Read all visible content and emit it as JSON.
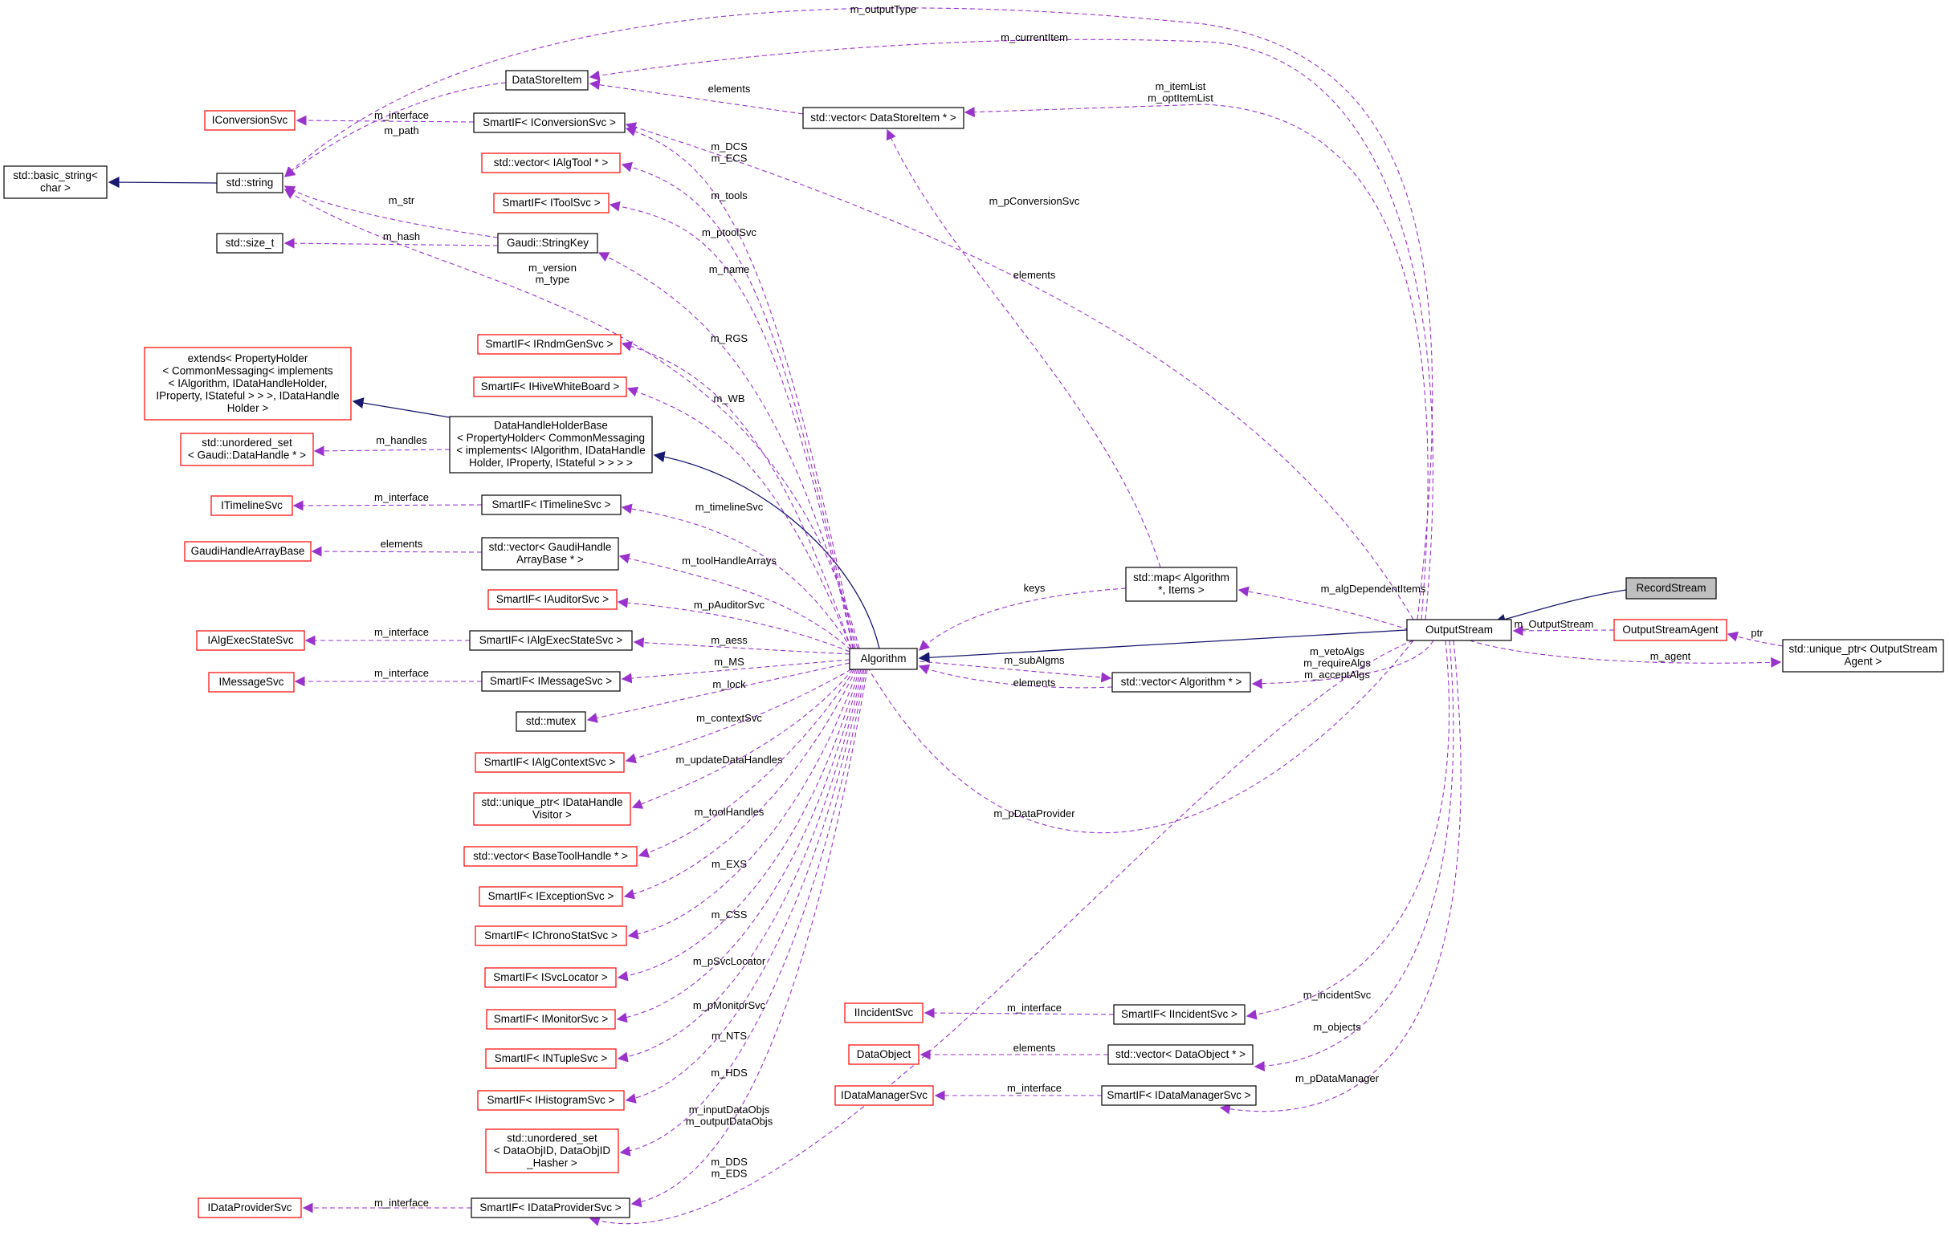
{
  "diagram": {
    "type": "class-collaboration-graph",
    "nodes": [
      {
        "id": "record_stream",
        "lines": [
          "RecordStream"
        ],
        "style": "highlight"
      },
      {
        "id": "output_stream",
        "lines": [
          "OutputStream"
        ],
        "style": "normal"
      },
      {
        "id": "output_stream_agent",
        "lines": [
          "OutputStreamAgent"
        ],
        "style": "red"
      },
      {
        "id": "unique_ptr_osa",
        "lines": [
          "std::unique_ptr< OutputStream",
          "Agent >"
        ],
        "style": "normal"
      },
      {
        "id": "algorithm",
        "lines": [
          "Algorithm"
        ],
        "style": "normal"
      },
      {
        "id": "data_handle_holder_base",
        "lines": [
          "DataHandleHolderBase",
          "< PropertyHolder< CommonMessaging",
          "< implements< IAlgorithm, IDataHandle",
          "Holder, IProperty, IStateful > > > >"
        ],
        "style": "normal"
      },
      {
        "id": "extends_property_holder",
        "lines": [
          "extends< PropertyHolder",
          "< CommonMessaging< implements",
          "< IAlgorithm, IDataHandleHolder,",
          "IProperty, IStateful > > >, IDataHandle",
          "Holder >"
        ],
        "style": "red"
      },
      {
        "id": "basic_string",
        "lines": [
          "std::basic_string<",
          "char >"
        ],
        "style": "normal"
      },
      {
        "id": "std_string",
        "lines": [
          "std::string"
        ],
        "style": "normal"
      },
      {
        "id": "std_size_t",
        "lines": [
          "std::size_t"
        ],
        "style": "normal"
      },
      {
        "id": "string_key",
        "lines": [
          "Gaudi::StringKey"
        ],
        "style": "normal"
      },
      {
        "id": "data_store_item",
        "lines": [
          "DataStoreItem"
        ],
        "style": "normal"
      },
      {
        "id": "vector_dsi",
        "lines": [
          "std::vector< DataStoreItem * >"
        ],
        "style": "normal"
      },
      {
        "id": "iconversion_svc",
        "lines": [
          "IConversionSvc"
        ],
        "style": "red"
      },
      {
        "id": "smartif_iconversion",
        "lines": [
          "SmartIF< IConversionSvc >"
        ],
        "style": "normal"
      },
      {
        "id": "vector_ialgtool",
        "lines": [
          "std::vector< IAlgTool * >"
        ],
        "style": "red"
      },
      {
        "id": "smartif_itoolsvc",
        "lines": [
          "SmartIF< IToolSvc >"
        ],
        "style": "red"
      },
      {
        "id": "smartif_irndmgensvc",
        "lines": [
          "SmartIF< IRndmGenSvc >"
        ],
        "style": "red"
      },
      {
        "id": "smartif_ihivewhiteboard",
        "lines": [
          "SmartIF< IHiveWhiteBoard >"
        ],
        "style": "red"
      },
      {
        "id": "unordered_set_dh",
        "lines": [
          "std::unordered_set",
          "< Gaudi::DataHandle * >"
        ],
        "style": "red"
      },
      {
        "id": "itimeline_svc",
        "lines": [
          "ITimelineSvc"
        ],
        "style": "red"
      },
      {
        "id": "smartif_itimeline",
        "lines": [
          "SmartIF< ITimelineSvc >"
        ],
        "style": "normal"
      },
      {
        "id": "gaudi_handle_array_base",
        "lines": [
          "GaudiHandleArrayBase"
        ],
        "style": "red"
      },
      {
        "id": "vector_gaudi_handle",
        "lines": [
          "std::vector< GaudiHandle",
          "ArrayBase * >"
        ],
        "style": "normal"
      },
      {
        "id": "smartif_iauditor",
        "lines": [
          "SmartIF< IAuditorSvc >"
        ],
        "style": "red"
      },
      {
        "id": "ialg_exec_state_svc",
        "lines": [
          "IAlgExecStateSvc"
        ],
        "style": "red"
      },
      {
        "id": "smartif_ialgexecstate",
        "lines": [
          "SmartIF< IAlgExecStateSvc >"
        ],
        "style": "normal"
      },
      {
        "id": "imessage_svc",
        "lines": [
          "IMessageSvc"
        ],
        "style": "red"
      },
      {
        "id": "smartif_imessage",
        "lines": [
          "SmartIF< IMessageSvc >"
        ],
        "style": "normal"
      },
      {
        "id": "std_mutex",
        "lines": [
          "std::mutex"
        ],
        "style": "normal"
      },
      {
        "id": "smartif_ialgcontext",
        "lines": [
          "SmartIF< IAlgContextSvc >"
        ],
        "style": "red"
      },
      {
        "id": "unique_ptr_dhv",
        "lines": [
          "std::unique_ptr< IDataHandle",
          "Visitor >"
        ],
        "style": "red"
      },
      {
        "id": "vector_basetoolhandle",
        "lines": [
          "std::vector< BaseToolHandle * >"
        ],
        "style": "red"
      },
      {
        "id": "smartif_iexception",
        "lines": [
          "SmartIF< IExceptionSvc >"
        ],
        "style": "red"
      },
      {
        "id": "smartif_ichronostat",
        "lines": [
          "SmartIF< IChronoStatSvc >"
        ],
        "style": "red"
      },
      {
        "id": "smartif_isvclocator",
        "lines": [
          "SmartIF< ISvcLocator >"
        ],
        "style": "red"
      },
      {
        "id": "smartif_imonitor",
        "lines": [
          "SmartIF< IMonitorSvc >"
        ],
        "style": "red"
      },
      {
        "id": "smartif_intuple",
        "lines": [
          "SmartIF< INTupleSvc >"
        ],
        "style": "red"
      },
      {
        "id": "smartif_ihistogram",
        "lines": [
          "SmartIF< IHistogramSvc >"
        ],
        "style": "red"
      },
      {
        "id": "unordered_set_dataobjid",
        "lines": [
          "std::unordered_set",
          "< DataObjID, DataObjID",
          "_Hasher >"
        ],
        "style": "red"
      },
      {
        "id": "idata_provider_svc",
        "lines": [
          "IDataProviderSvc"
        ],
        "style": "red"
      },
      {
        "id": "smartif_idataprovider",
        "lines": [
          "SmartIF< IDataProviderSvc >"
        ],
        "style": "normal"
      },
      {
        "id": "map_algorithm_items",
        "lines": [
          "std::map< Algorithm",
          "*, Items >"
        ],
        "style": "normal"
      },
      {
        "id": "vector_algorithm",
        "lines": [
          "std::vector< Algorithm * >"
        ],
        "style": "normal"
      },
      {
        "id": "iincident_svc",
        "lines": [
          "IIncidentSvc"
        ],
        "style": "red"
      },
      {
        "id": "smartif_iincident",
        "lines": [
          "SmartIF< IIncidentSvc >"
        ],
        "style": "normal"
      },
      {
        "id": "data_object",
        "lines": [
          "DataObject"
        ],
        "style": "red"
      },
      {
        "id": "vector_dataobject",
        "lines": [
          "std::vector< DataObject * >"
        ],
        "style": "normal"
      },
      {
        "id": "idata_manager_svc",
        "lines": [
          "IDataManagerSvc"
        ],
        "style": "red"
      },
      {
        "id": "smartif_idatamanager",
        "lines": [
          "SmartIF< IDataManagerSvc >"
        ],
        "style": "normal"
      }
    ],
    "edge_labels": [
      {
        "id": "lbl_output_type",
        "lines": [
          "m_outputType"
        ]
      },
      {
        "id": "lbl_current_item",
        "lines": [
          "m_currentItem"
        ]
      },
      {
        "id": "lbl_elements_dsi",
        "lines": [
          "elements"
        ]
      },
      {
        "id": "lbl_item_list",
        "lines": [
          "m_itemList",
          "m_optItemList"
        ]
      },
      {
        "id": "lbl_interface_conv",
        "lines": [
          "m_interface"
        ]
      },
      {
        "id": "lbl_path",
        "lines": [
          "m_path"
        ]
      },
      {
        "id": "lbl_dcs_ecs",
        "lines": [
          "m_DCS",
          "m_ECS"
        ]
      },
      {
        "id": "lbl_tools",
        "lines": [
          "m_tools"
        ]
      },
      {
        "id": "lbl_str",
        "lines": [
          "m_str"
        ]
      },
      {
        "id": "lbl_ptoolsvc",
        "lines": [
          "m_ptoolSvc"
        ]
      },
      {
        "id": "lbl_hash",
        "lines": [
          "m_hash"
        ]
      },
      {
        "id": "lbl_pconversionsvc",
        "lines": [
          "m_pConversionSvc"
        ]
      },
      {
        "id": "lbl_name",
        "lines": [
          "m_name"
        ]
      },
      {
        "id": "lbl_version_type",
        "lines": [
          "m_version",
          "m_type"
        ]
      },
      {
        "id": "lbl_elements_map",
        "lines": [
          "elements"
        ]
      },
      {
        "id": "lbl_rgs",
        "lines": [
          "m_RGS"
        ]
      },
      {
        "id": "lbl_wb",
        "lines": [
          "m_WB"
        ]
      },
      {
        "id": "lbl_handles",
        "lines": [
          "m_handles"
        ]
      },
      {
        "id": "lbl_interface_timeline",
        "lines": [
          "m_interface"
        ]
      },
      {
        "id": "lbl_timelinesvc",
        "lines": [
          "m_timelineSvc"
        ]
      },
      {
        "id": "lbl_elements_gh",
        "lines": [
          "elements"
        ]
      },
      {
        "id": "lbl_toolhandlearrays",
        "lines": [
          "m_toolHandleArrays"
        ]
      },
      {
        "id": "lbl_keys",
        "lines": [
          "keys"
        ]
      },
      {
        "id": "lbl_algdependentitems",
        "lines": [
          "m_algDependentItems"
        ]
      },
      {
        "id": "lbl_pauditorsvc",
        "lines": [
          "m_pAuditorSvc"
        ]
      },
      {
        "id": "lbl_outputstream",
        "lines": [
          "m_OutputStream"
        ]
      },
      {
        "id": "lbl_ptr",
        "lines": [
          "ptr"
        ]
      },
      {
        "id": "lbl_interface_execstate",
        "lines": [
          "m_interface"
        ]
      },
      {
        "id": "lbl_aess",
        "lines": [
          "m_aess"
        ]
      },
      {
        "id": "lbl_veto_algs",
        "lines": [
          "m_vetoAlgs",
          "m_requireAlgs",
          "m_acceptAlgs"
        ]
      },
      {
        "id": "lbl_agent",
        "lines": [
          "m_agent"
        ]
      },
      {
        "id": "lbl_subalgms",
        "lines": [
          "m_subAlgms"
        ]
      },
      {
        "id": "lbl_ms",
        "lines": [
          "m_MS"
        ]
      },
      {
        "id": "lbl_interface_message",
        "lines": [
          "m_interface"
        ]
      },
      {
        "id": "lbl_elements_valg",
        "lines": [
          "elements"
        ]
      },
      {
        "id": "lbl_lock",
        "lines": [
          "m_lock"
        ]
      },
      {
        "id": "lbl_contextsvc",
        "lines": [
          "m_contextSvc"
        ]
      },
      {
        "id": "lbl_updatedatahandles",
        "lines": [
          "m_updateDataHandles"
        ]
      },
      {
        "id": "lbl_pdataprovider",
        "lines": [
          "m_pDataProvider"
        ]
      },
      {
        "id": "lbl_toolhandles",
        "lines": [
          "m_toolHandles"
        ]
      },
      {
        "id": "lbl_exs",
        "lines": [
          "m_EXS"
        ]
      },
      {
        "id": "lbl_css",
        "lines": [
          "m_CSS"
        ]
      },
      {
        "id": "lbl_psvclocator",
        "lines": [
          "m_pSvcLocator"
        ]
      },
      {
        "id": "lbl_incidentsvc",
        "lines": [
          "m_incidentSvc"
        ]
      },
      {
        "id": "lbl_interface_incident",
        "lines": [
          "m_interface"
        ]
      },
      {
        "id": "lbl_pmonitorsvc",
        "lines": [
          "m_pMonitorSvc"
        ]
      },
      {
        "id": "lbl_objects",
        "lines": [
          "m_objects"
        ]
      },
      {
        "id": "lbl_nts",
        "lines": [
          "m_NTS"
        ]
      },
      {
        "id": "lbl_elements_dobj",
        "lines": [
          "elements"
        ]
      },
      {
        "id": "lbl_hds",
        "lines": [
          "m_HDS"
        ]
      },
      {
        "id": "lbl_pdatamanager",
        "lines": [
          "m_pDataManager"
        ]
      },
      {
        "id": "lbl_interface_datamanager",
        "lines": [
          "m_interface"
        ]
      },
      {
        "id": "lbl_inputdataobjs",
        "lines": [
          "m_inputDataObjs",
          "m_outputDataObjs"
        ]
      },
      {
        "id": "lbl_dds_eds",
        "lines": [
          "m_DDS",
          "m_EDS"
        ]
      },
      {
        "id": "lbl_interface_dataprovider",
        "lines": [
          "m_interface"
        ]
      }
    ]
  },
  "colors": {
    "inheritance_edge": "#191970",
    "usage_edge": "#9a32cd",
    "red_border": "#ff0000",
    "normal_border": "#000000",
    "highlight_fill": "#bfbfbf"
  }
}
